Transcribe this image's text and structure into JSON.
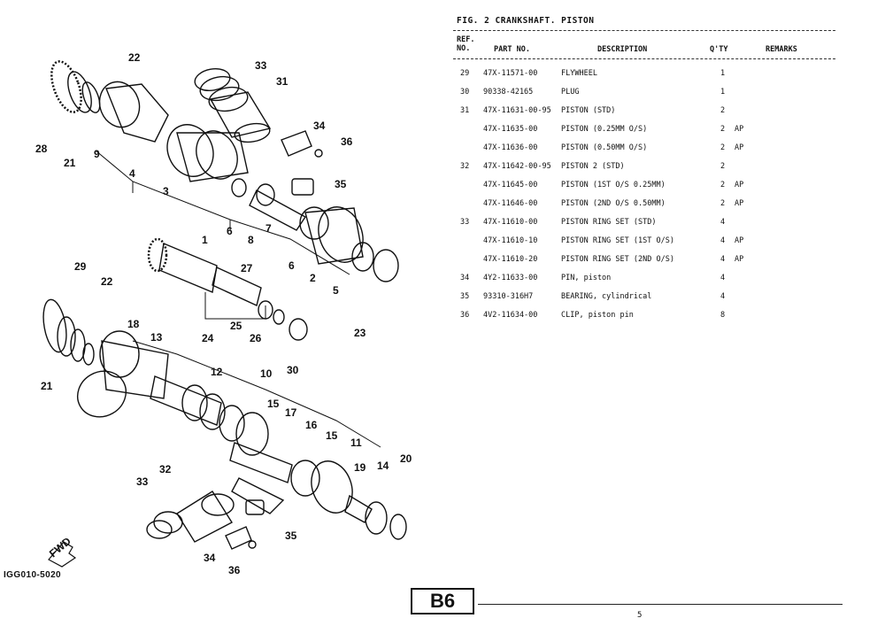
{
  "figure": {
    "title": "FIG. 2 CRANKSHAFT. PISTON",
    "code": "IGG010-5020",
    "fwd_label": "FWD",
    "callouts_upper": [
      "22",
      "28",
      "21",
      "9",
      "4",
      "3",
      "33",
      "31",
      "34",
      "36",
      "35",
      "1",
      "6",
      "8",
      "7",
      "6",
      "2",
      "5",
      "23",
      "27",
      "24",
      "25",
      "26"
    ],
    "callouts_lower": [
      "29",
      "22",
      "18",
      "13",
      "21",
      "12",
      "10",
      "15",
      "17",
      "16",
      "15",
      "11",
      "14",
      "20",
      "19",
      "32",
      "33",
      "35",
      "34",
      "36",
      "30"
    ]
  },
  "table": {
    "headers": {
      "ref": "REF. NO.",
      "part": "PART NO.",
      "desc": "DESCRIPTION",
      "qty": "Q'TY",
      "remarks": "REMARKS"
    },
    "rows": [
      {
        "ref": "29",
        "part": "47X-11571-00",
        "desc": "FLYWHEEL",
        "qty": "1",
        "remarks": ""
      },
      {
        "ref": "30",
        "part": "90338-42165",
        "desc": "PLUG",
        "qty": "1",
        "remarks": ""
      },
      {
        "ref": "31",
        "part": "47X-11631-00-95",
        "desc": "PISTON (STD)",
        "qty": "2",
        "remarks": ""
      },
      {
        "ref": "",
        "part": "47X-11635-00",
        "desc": "PISTON (0.25MM O/S)",
        "qty": "2",
        "remarks": "AP"
      },
      {
        "ref": "",
        "part": "47X-11636-00",
        "desc": "PISTON (0.50MM O/S)",
        "qty": "2",
        "remarks": "AP"
      },
      {
        "ref": "32",
        "part": "47X-11642-00-95",
        "desc": "PISTON 2 (STD)",
        "qty": "2",
        "remarks": ""
      },
      {
        "ref": "",
        "part": "47X-11645-00",
        "desc": "PISTON (1ST O/S 0.25MM)",
        "qty": "2",
        "remarks": "AP"
      },
      {
        "ref": "",
        "part": "47X-11646-00",
        "desc": "PISTON (2ND O/S 0.50MM)",
        "qty": "2",
        "remarks": "AP"
      },
      {
        "ref": "33",
        "part": "47X-11610-00",
        "desc": "PISTON RING SET (STD)",
        "qty": "4",
        "remarks": ""
      },
      {
        "ref": "",
        "part": "47X-11610-10",
        "desc": "PISTON RING SET (1ST O/S)",
        "qty": "4",
        "remarks": "AP"
      },
      {
        "ref": "",
        "part": "47X-11610-20",
        "desc": "PISTON RING SET (2ND O/S)",
        "qty": "4",
        "remarks": "AP"
      },
      {
        "ref": "34",
        "part": "4Y2-11633-00",
        "desc": "PIN, piston",
        "qty": "4",
        "remarks": ""
      },
      {
        "ref": "35",
        "part": "93310-316H7",
        "desc": "BEARING, cylindrical",
        "qty": "4",
        "remarks": ""
      },
      {
        "ref": "36",
        "part": "4V2-11634-00",
        "desc": "CLIP, piston pin",
        "qty": "8",
        "remarks": ""
      }
    ]
  },
  "section": "B6",
  "page_number": "5"
}
